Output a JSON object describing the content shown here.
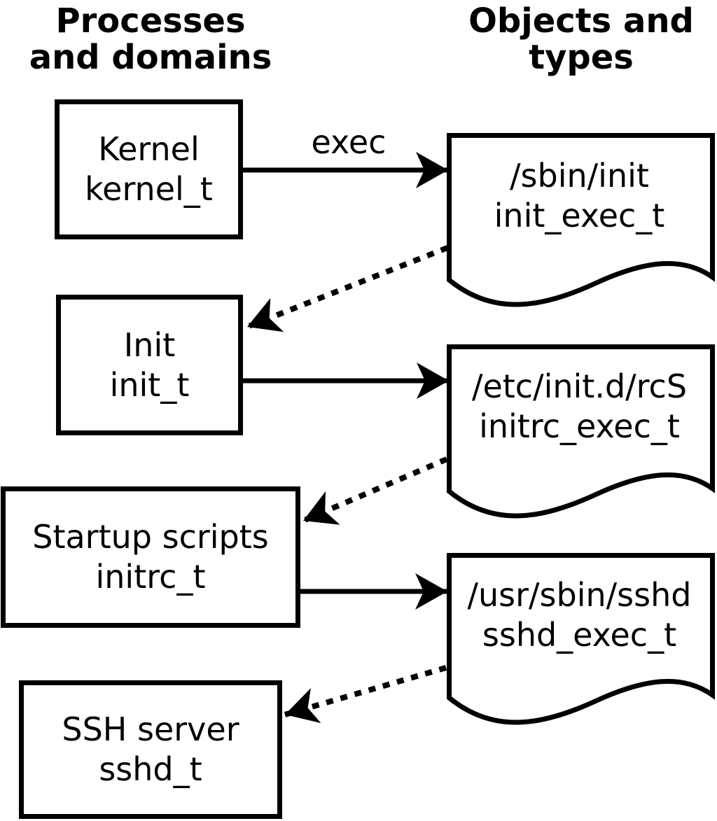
{
  "colors": {
    "ink": "#000000",
    "background": "#ffffff"
  },
  "headers": {
    "left": {
      "line1": "Processes",
      "line2": "and domains"
    },
    "right": {
      "line1": "Objects and",
      "line2": "types"
    }
  },
  "arrow_label": "exec",
  "process_boxes": [
    {
      "name": "Kernel",
      "domain": "kernel_t"
    },
    {
      "name": "Init",
      "domain": "init_t"
    },
    {
      "name": "Startup scripts",
      "domain": "initrc_t"
    },
    {
      "name": "SSH server",
      "domain": "sshd_t"
    }
  ],
  "object_docs": [
    {
      "path": "/sbin/init",
      "type": "init_exec_t"
    },
    {
      "path": "/etc/init.d/rcS",
      "type": "initrc_exec_t"
    },
    {
      "path": "/usr/sbin/sshd",
      "type": "sshd_exec_t"
    }
  ]
}
